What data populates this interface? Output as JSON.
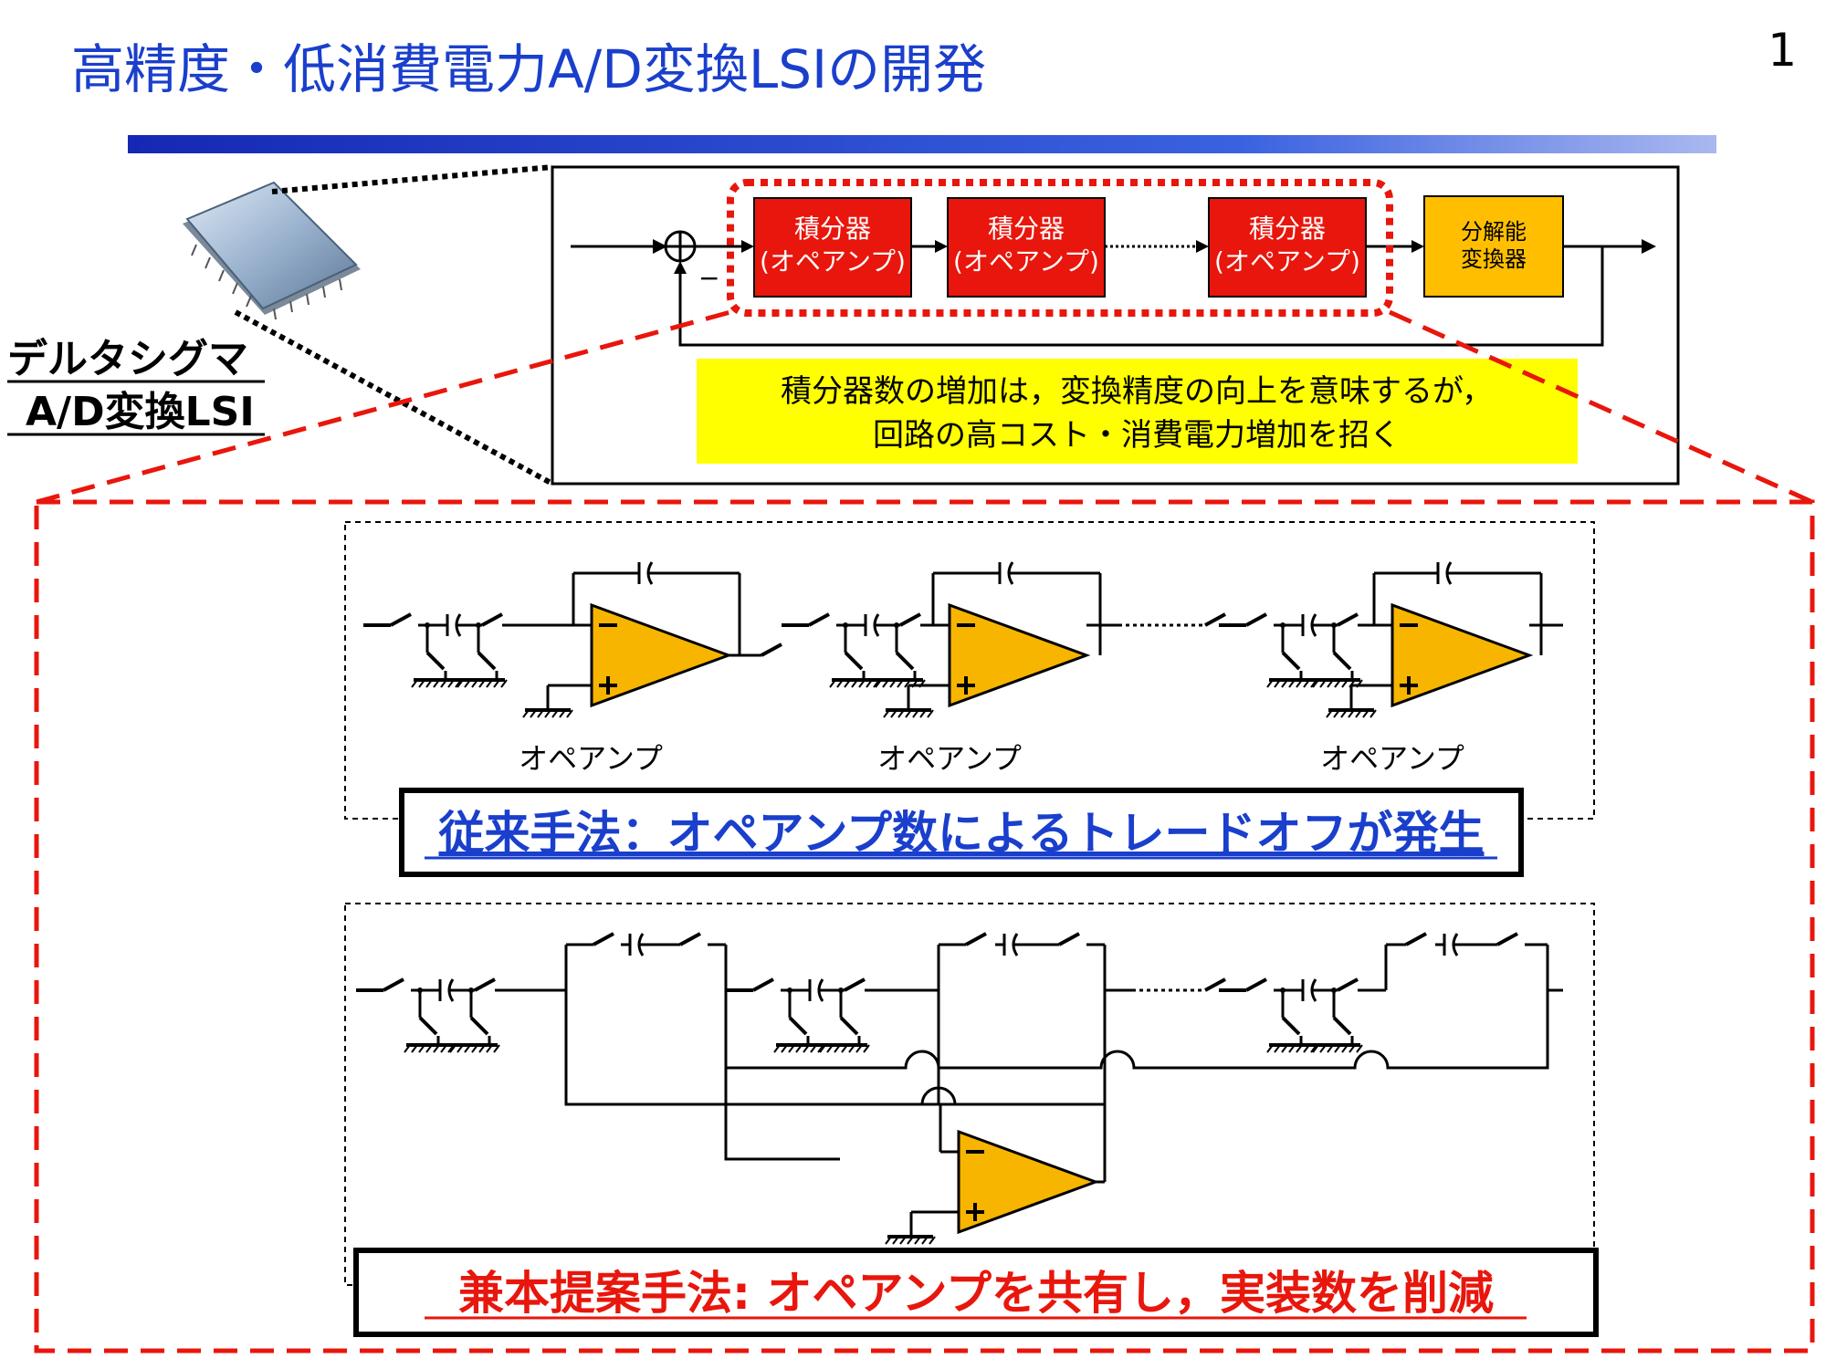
{
  "slide": {
    "title": "高精度・低消費電力A/D変換LSIの開発",
    "page_number": "1",
    "chip_label_line1": "デルタシグマ",
    "chip_label_line2": "A/D変換LSI"
  },
  "block_diagram": {
    "integrator_line1": "積分器",
    "integrator_line2": "(オペアンプ)",
    "quantizer_line1": "分解能",
    "quantizer_line2": "変換器",
    "minus_sign": "−",
    "note_line1": "積分器数の増加は，変換精度の向上を意味するが，",
    "note_line2": "回路の高コスト・消費電力増加を招く"
  },
  "conventional": {
    "opamp_label": "オペアンプ",
    "caption": "従来手法：オペアンプ数によるトレードオフが発生"
  },
  "proposed": {
    "caption": "兼本提案手法: オペアンプを共有し，実装数を削減"
  },
  "symbols": {
    "minus": "−",
    "plus": "+"
  },
  "colors": {
    "title_blue": "#1a3fcc",
    "integrator_red": "#e8160c",
    "quantizer_orange": "#ffbf00",
    "opamp_fill": "#f7b500",
    "note_yellow": "#ffff00",
    "dashed_red": "#e8160c",
    "caption_blue": "#1a3fcc",
    "caption_red": "#e8160c"
  }
}
